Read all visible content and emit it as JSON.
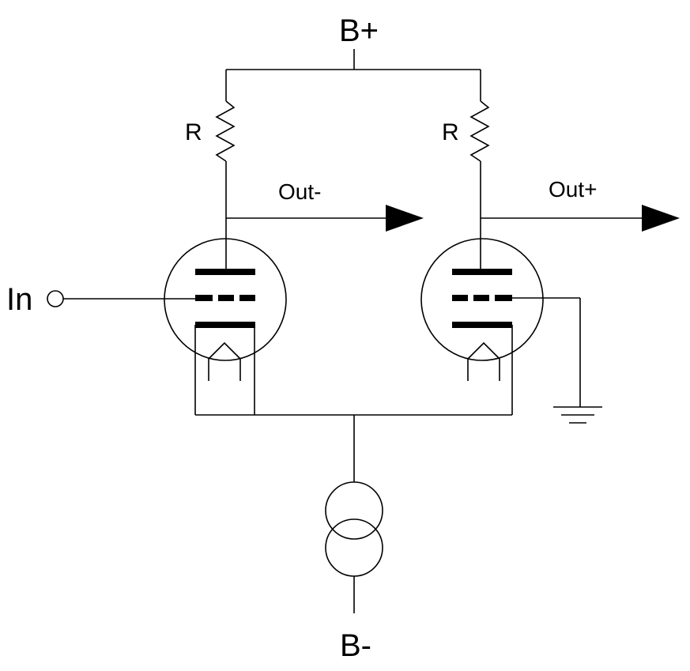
{
  "labels": {
    "b_plus": "B+",
    "b_minus": "B-",
    "input": "In",
    "out_minus": "Out-",
    "out_plus": "Out+",
    "r_left": "R",
    "r_right": "R"
  },
  "colors": {
    "ink": "#000000",
    "paper": "#ffffff"
  }
}
